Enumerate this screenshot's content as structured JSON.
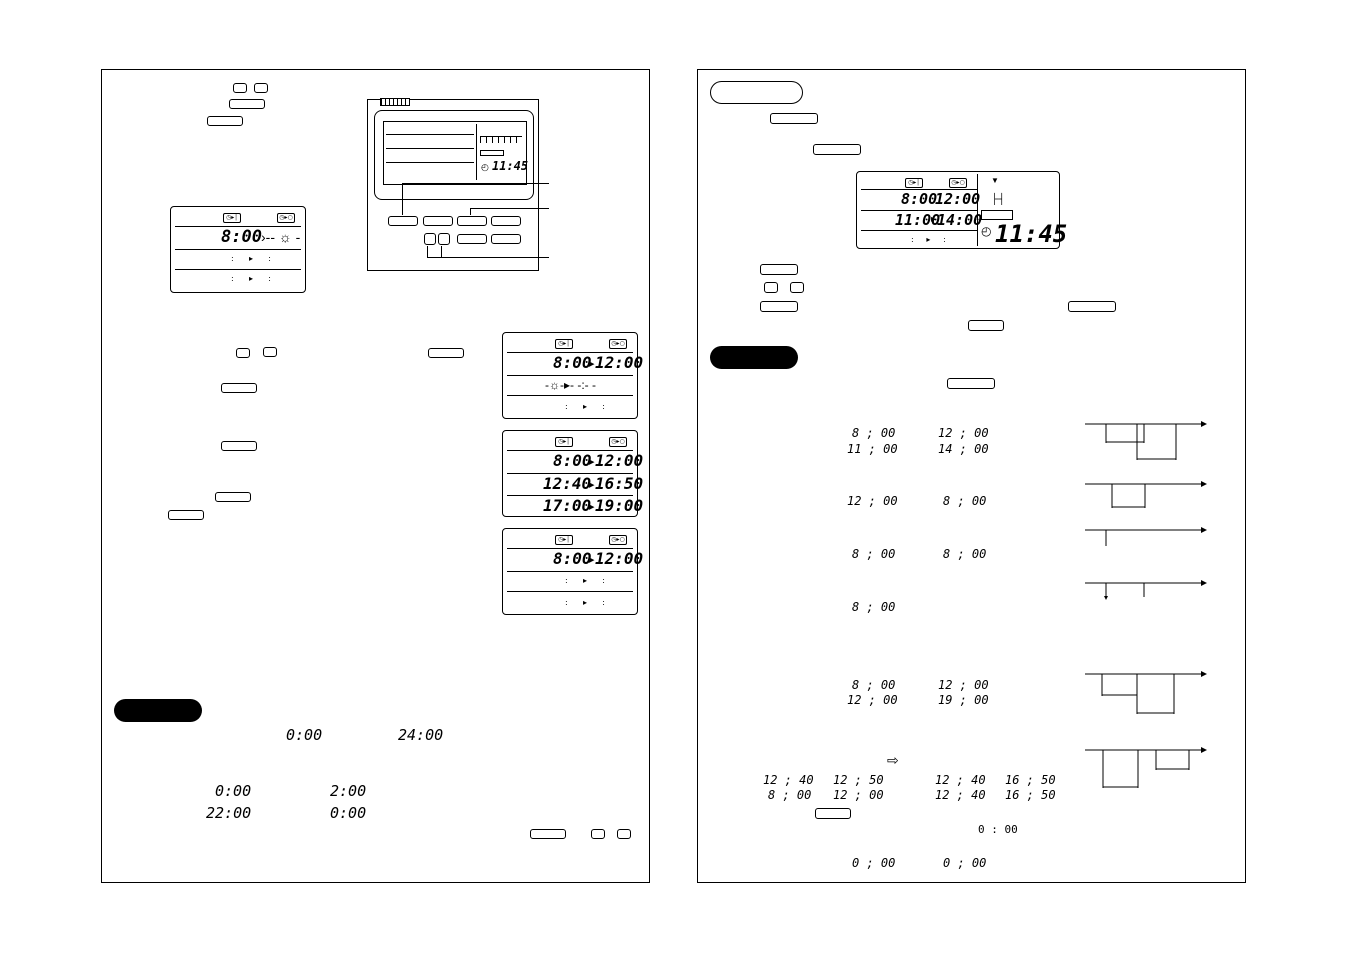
{
  "left_page": {
    "display_a": {
      "on_time": "8:00",
      "off_time": "",
      "icon_on": "ON",
      "icon_off": "OFF"
    },
    "display_b": {
      "row1_on": "8:00",
      "row1_off": "12:00",
      "row2_on": "",
      "row2_off": ""
    },
    "display_c": {
      "row1_on": "8:00",
      "row1_off": "12:00",
      "row2_on": "12:40",
      "row2_off": "16:50",
      "row3_on": "17:00",
      "row3_off": "19:00"
    },
    "display_d": {
      "row1_on": "8:00",
      "row1_off": "12:00"
    },
    "remote": {
      "clock": "11:45"
    },
    "range_start": "0:00",
    "range_end": "24:00",
    "example_1_on": "0:00",
    "example_1_off": "2:00",
    "example_2_on": "22:00",
    "example_2_off": "0:00"
  },
  "right_page": {
    "display_main": {
      "row1_on": "8:00",
      "row1_off": "12:00",
      "row2_on": "11:00",
      "row2_off": "14:00",
      "clock": "11:45"
    },
    "ex1": {
      "a_on": "8 ; 00",
      "a_off": "12 ; 00",
      "b_on": "11 ; 00",
      "b_off": "14 ; 00"
    },
    "ex2": {
      "on": "12 ; 00",
      "off": "8 ; 00"
    },
    "ex3": {
      "on": "8 ; 00",
      "off": "8 ; 00"
    },
    "ex4": {
      "on": "8 ; 00"
    },
    "ex5": {
      "a_on": "8 ; 00",
      "a_off": "12 ; 00",
      "b_on": "12 ; 00",
      "b_off": "19 ; 00"
    },
    "ex6": {
      "a1": "12 ; 40",
      "a2": "12 ; 50",
      "a3": "12 ; 40",
      "a4": "16 ; 50",
      "b1": "8 ; 00",
      "b2": "12 ; 00",
      "b3": "12 ; 40",
      "b4": "16 ; 50",
      "arrow": "⇨"
    },
    "reset_value": "0 : 00",
    "ex7": {
      "on": "0 ; 00",
      "off": "0 ; 00"
    }
  }
}
